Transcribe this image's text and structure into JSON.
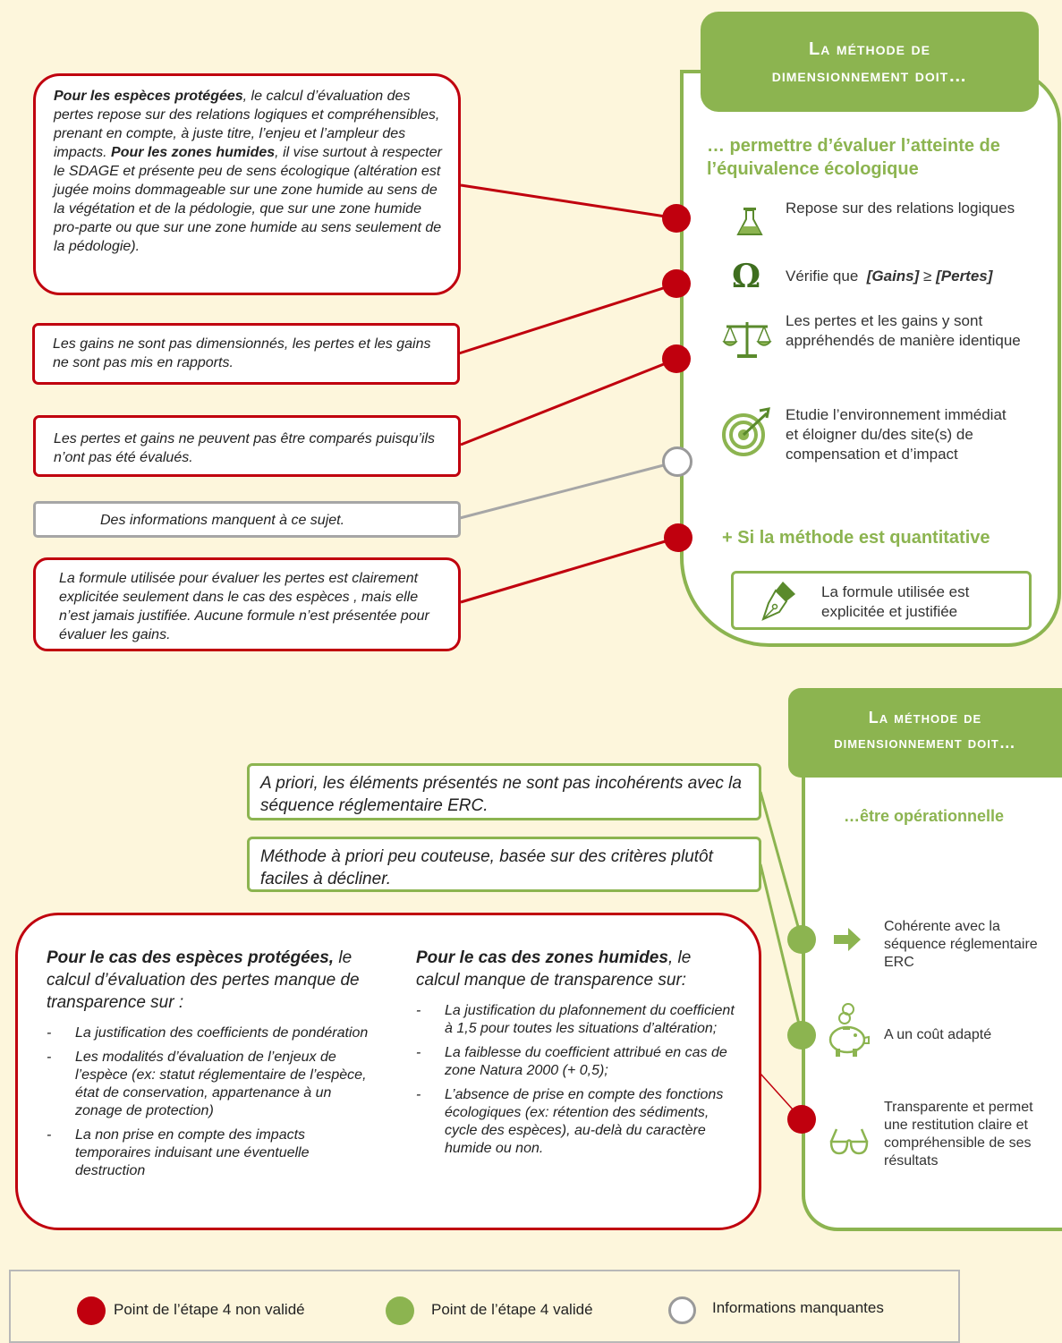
{
  "colors": {
    "red": "#c0000e",
    "green": "#8cb450",
    "grey": "#a6a6a6",
    "background": "#fdf6dc"
  },
  "panel1": {
    "header_line1": "La méthode de",
    "header_line2": "dimensionnement doit…",
    "subtitle": "… permettre d’évaluer l’atteinte de l’équivalence écologique",
    "criteria": [
      {
        "icon": "flask-icon",
        "text": "Repose sur des relations logiques",
        "status": "not-validated"
      },
      {
        "icon": "omega-icon",
        "text_prefix": "Vérifie que",
        "text_formula_a": "[Gains]",
        "text_formula_op": "≥",
        "text_formula_b": "[Pertes]",
        "status": "not-validated"
      },
      {
        "icon": "scales-icon",
        "text": "Les pertes et les gains y sont appréhendés de manière identique",
        "status": "not-validated"
      },
      {
        "icon": "target-icon",
        "text": "Etudie l’environnement immédiat et éloigner du/des site(s) de compensation et d’impact",
        "status": "missing"
      }
    ],
    "quantitative_title": "+ Si la méthode est quantitative",
    "quantitative_item": {
      "icon": "pen-icon",
      "text": "La formule utilisée est explicitée et justifiée",
      "status": "not-validated"
    }
  },
  "comments1": [
    {
      "bold1": "Pour les espèces protégées",
      "text1": ", le calcul d’évaluation des pertes repose sur des relations logiques et compréhensibles, prenant en compte, à juste titre, l’enjeu et l’ampleur des impacts. ",
      "bold2": "Pour les zones humides",
      "text2": ", il vise surtout à respecter le SDAGE et présente peu de sens écologique (altération est jugée moins dommageable sur une zone humide au sens de la végétation et de la pédologie, que sur une zone humide pro-parte ou que sur une zone humide au sens seulement de la pédologie)."
    },
    {
      "text": "Les gains ne sont pas dimensionnés, les pertes et les gains ne sont pas mis en rapports."
    },
    {
      "text": "Les pertes et gains ne peuvent pas être comparés puisqu’ils n’ont pas été évalués."
    },
    {
      "text": "Des informations manquent à ce sujet."
    },
    {
      "text": "La formule utilisée pour évaluer les pertes est clairement explicitée seulement dans le cas des espèces , mais elle n’est jamais justifiée. Aucune formule n’est présentée pour évaluer les gains."
    }
  ],
  "panel2": {
    "header_line1": "La méthode de",
    "header_line2": "dimensionnement doit…",
    "subtitle": "…être opérationnelle",
    "criteria": [
      {
        "icon": "arrow-right-icon",
        "text": "Cohérente avec la séquence réglementaire ERC",
        "status": "validated"
      },
      {
        "icon": "piggy-bank-icon",
        "text": "A un coût adapté",
        "status": "validated"
      },
      {
        "icon": "glasses-icon",
        "text": "Transparente et permet une restitution claire et compréhensible de ses résultats",
        "status": "not-validated"
      }
    ]
  },
  "comments2": [
    {
      "text": "A priori, les éléments présentés ne sont pas incohérents avec la séquence réglementaire ERC."
    },
    {
      "text": "Méthode à priori peu couteuse, basée sur des critères plutôt faciles à décliner."
    }
  ],
  "big_comment": {
    "left_bold": "Pour le cas des espèces protégées,",
    "left_rest": " le calcul d’évaluation des pertes manque de transparence sur :",
    "left_items": [
      "La justification des coefficients de pondération",
      "Les modalités d’évaluation de l’enjeux de l’espèce (ex: statut réglementaire de l’espèce, état de conservation, appartenance à un zonage de protection)",
      "La non prise en compte des impacts temporaires induisant une éventuelle destruction"
    ],
    "right_bold": "Pour le cas des zones humides",
    "right_rest": ", le calcul manque de transparence sur:",
    "right_items": [
      "La justification du plafonnement du coefficient à 1,5 pour toutes les situations d’altération;",
      "La faiblesse du coefficient attribué en cas de zone Natura 2000 (+ 0,5);",
      "L’absence de prise en compte des fonctions écologiques (ex: rétention des sédiments, cycle des espèces), au-delà du caractère humide ou non."
    ]
  },
  "legend": {
    "not_validated": "Point de l’étape 4 non validé",
    "validated": "Point de l’étape 4 validé",
    "missing": "Informations manquantes"
  }
}
